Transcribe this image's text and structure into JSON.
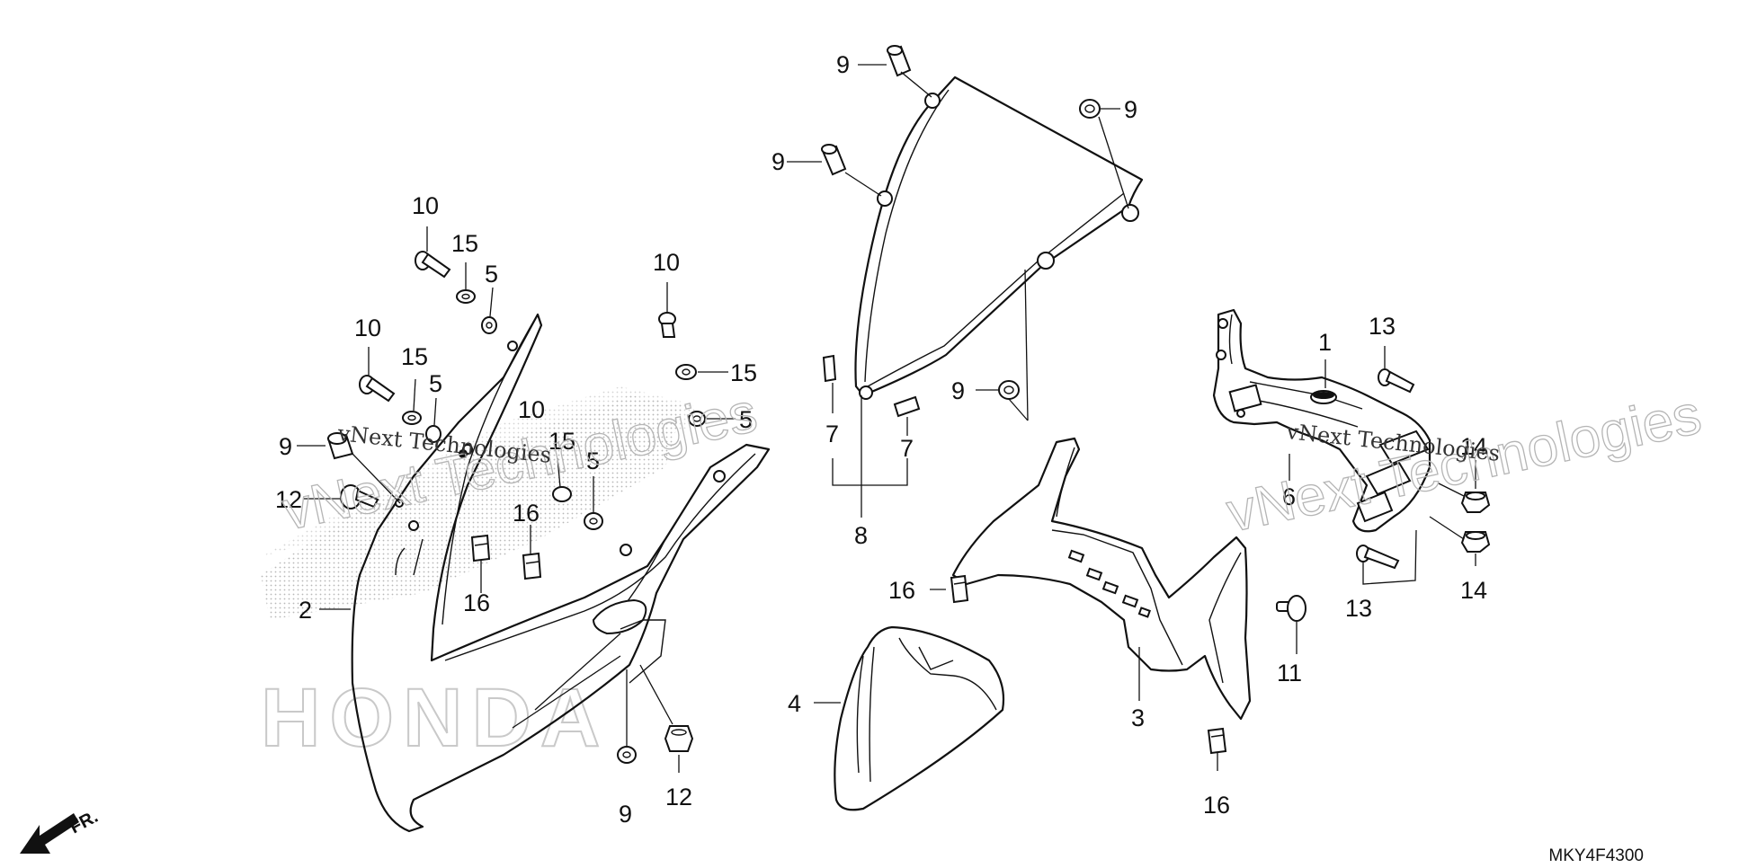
{
  "diagram": {
    "code": "MKY4F4300",
    "direction_label": "FR.",
    "watermark_primary": "vNext Technologies",
    "watermark_secondary": "vNext Technologies",
    "watermark_ghost": "HONDA"
  },
  "callouts": [
    {
      "id": "c9a",
      "label": "9"
    },
    {
      "id": "c9b",
      "label": "9"
    },
    {
      "id": "c9c",
      "label": "9"
    },
    {
      "id": "c9d",
      "label": "9"
    },
    {
      "id": "c9e",
      "label": "9"
    },
    {
      "id": "c9f",
      "label": "9"
    },
    {
      "id": "c7a",
      "label": "7"
    },
    {
      "id": "c7b",
      "label": "7"
    },
    {
      "id": "c8",
      "label": "8"
    },
    {
      "id": "c10a",
      "label": "10"
    },
    {
      "id": "c10b",
      "label": "10"
    },
    {
      "id": "c10c",
      "label": "10"
    },
    {
      "id": "c10d",
      "label": "10"
    },
    {
      "id": "c15a",
      "label": "15"
    },
    {
      "id": "c15b",
      "label": "15"
    },
    {
      "id": "c15c",
      "label": "15"
    },
    {
      "id": "c15d",
      "label": "15"
    },
    {
      "id": "c5a",
      "label": "5"
    },
    {
      "id": "c5b",
      "label": "5"
    },
    {
      "id": "c5c",
      "label": "5"
    },
    {
      "id": "c5d",
      "label": "5"
    },
    {
      "id": "c12a",
      "label": "12"
    },
    {
      "id": "c12b",
      "label": "12"
    },
    {
      "id": "c16a",
      "label": "16"
    },
    {
      "id": "c16b",
      "label": "16"
    },
    {
      "id": "c16c",
      "label": "16"
    },
    {
      "id": "c16d",
      "label": "16"
    },
    {
      "id": "c2",
      "label": "2"
    },
    {
      "id": "c4",
      "label": "4"
    },
    {
      "id": "c3",
      "label": "3"
    },
    {
      "id": "c11",
      "label": "11"
    },
    {
      "id": "c1",
      "label": "1"
    },
    {
      "id": "c13a",
      "label": "13"
    },
    {
      "id": "c13b",
      "label": "13"
    },
    {
      "id": "c14a",
      "label": "14"
    },
    {
      "id": "c14b",
      "label": "14"
    },
    {
      "id": "c6",
      "label": "6"
    }
  ]
}
